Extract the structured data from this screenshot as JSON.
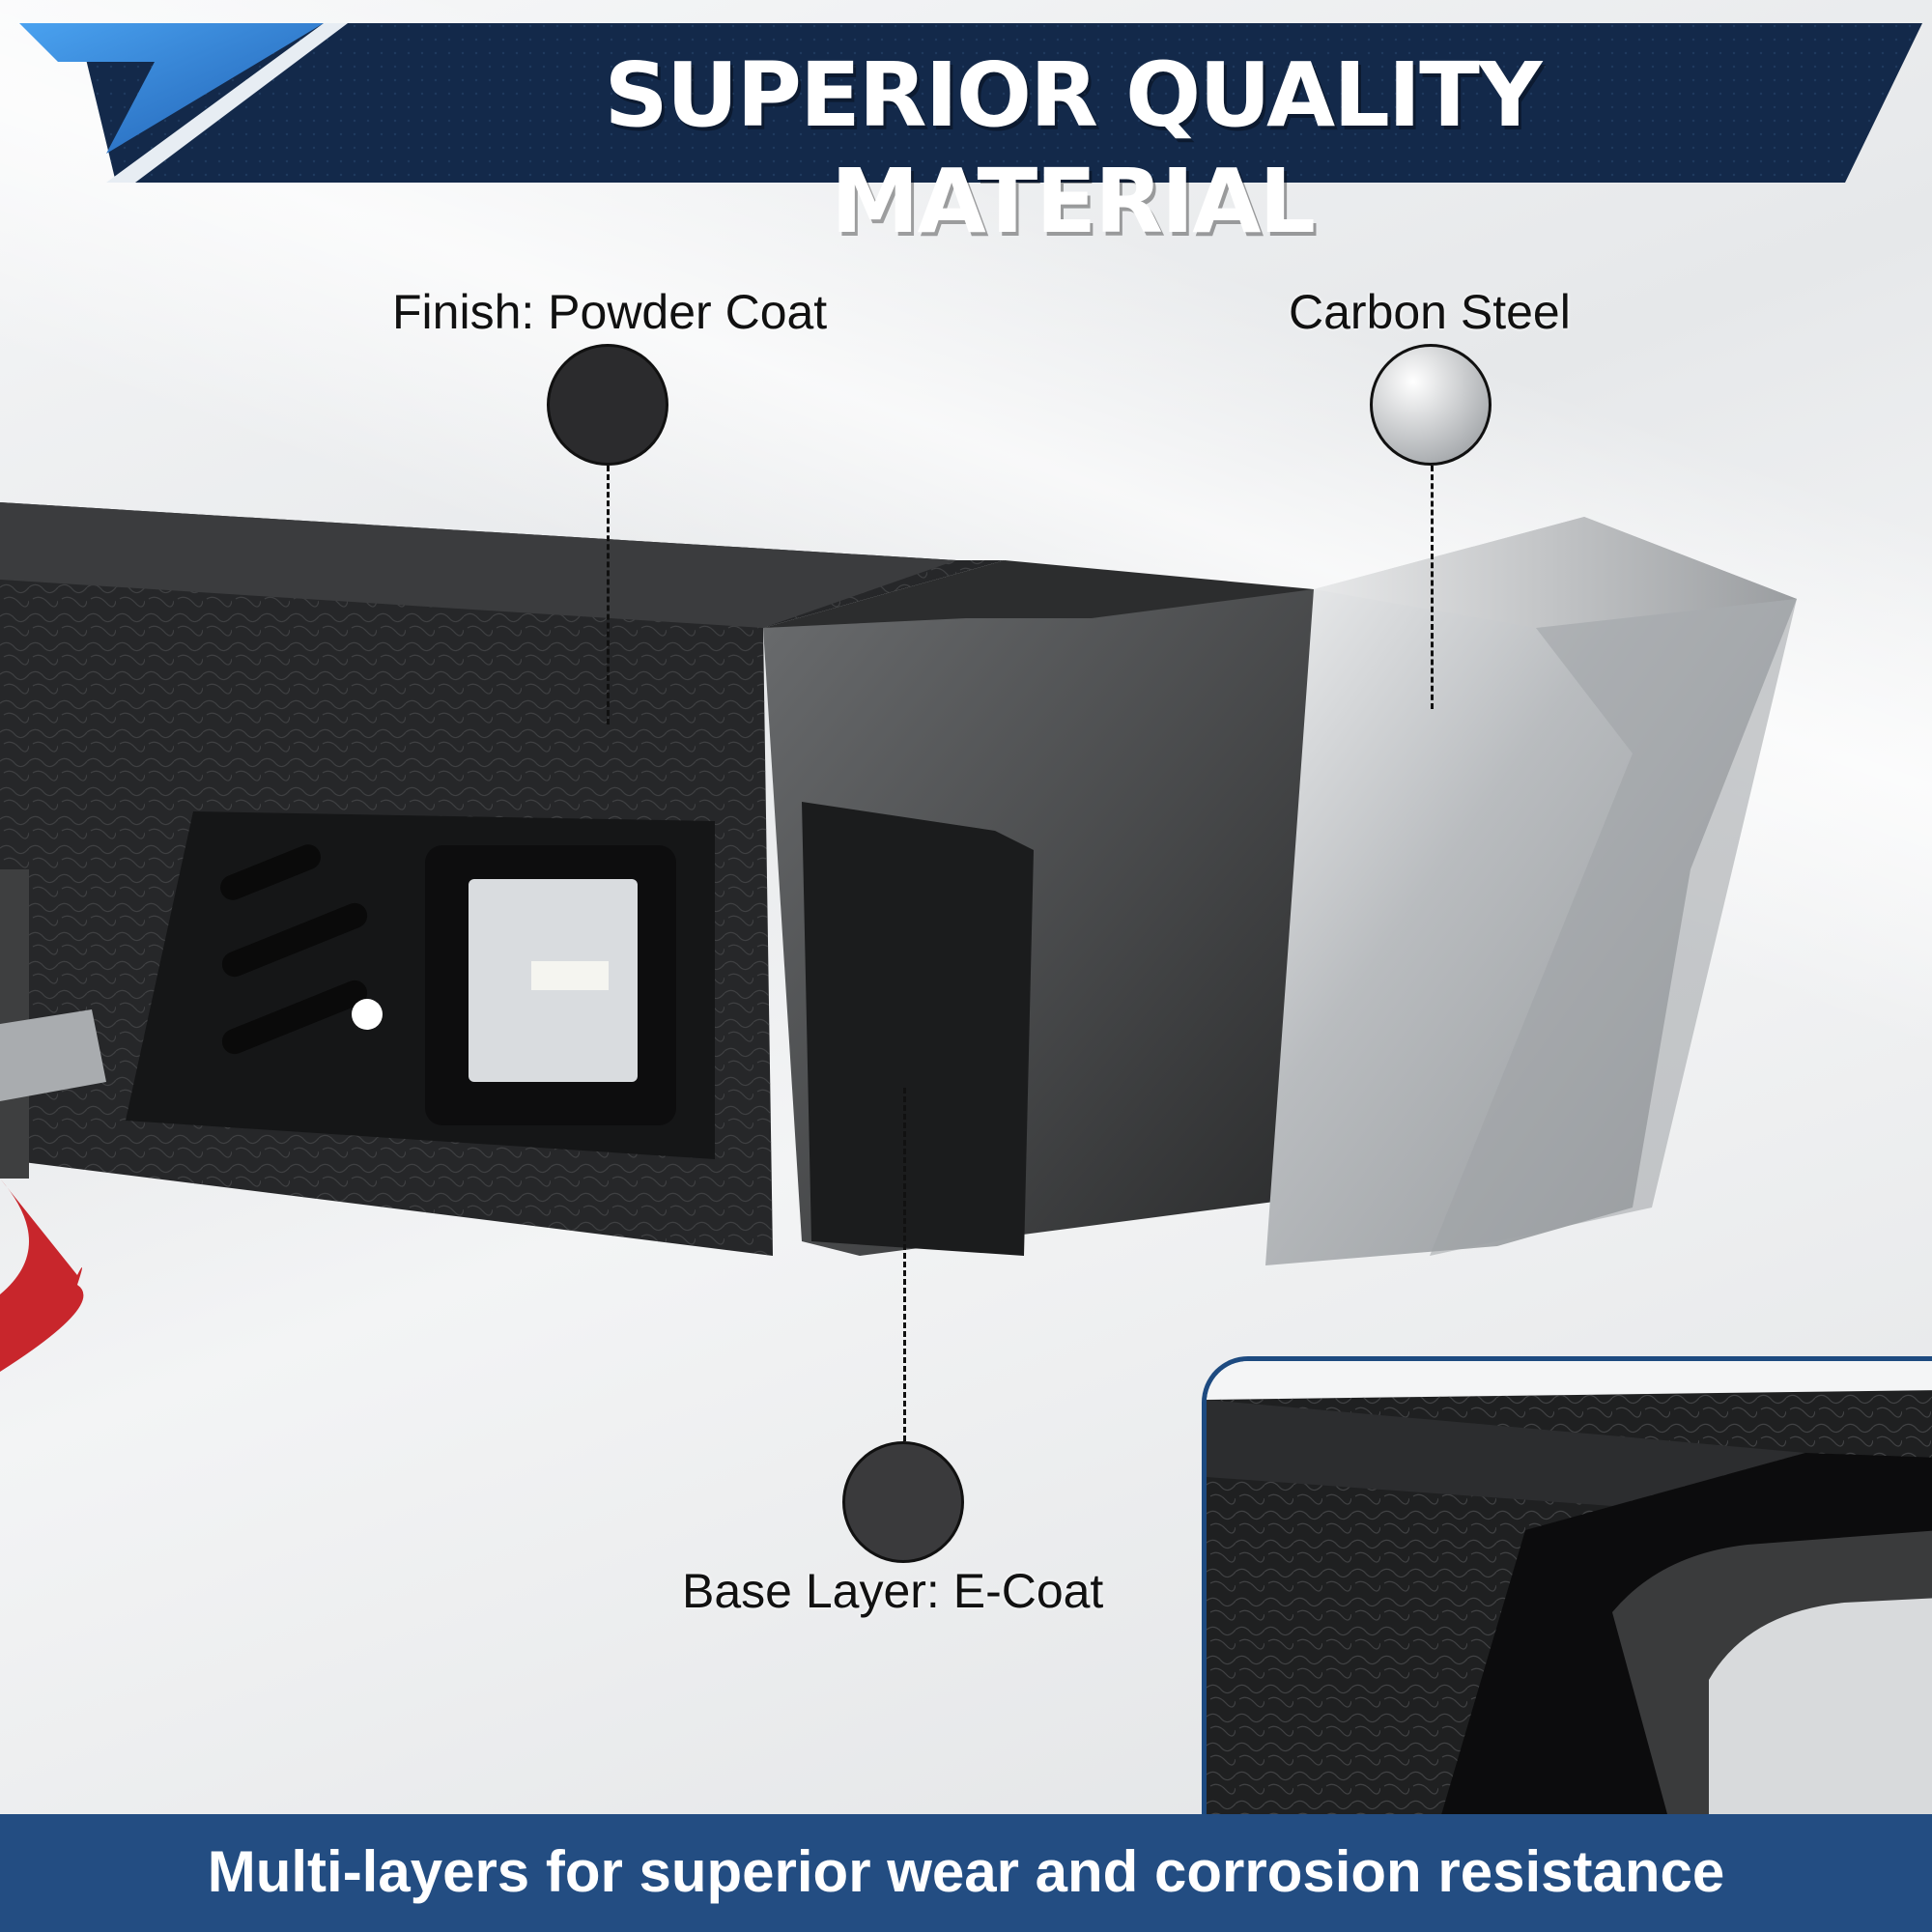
{
  "header": {
    "title": "SUPERIOR QUALITY MATERIAL"
  },
  "callouts": {
    "powder_coat": {
      "label": "Finish: Powder Coat",
      "swatch_color": "#2b2b2d"
    },
    "carbon_steel": {
      "label": "Carbon Steel",
      "swatch_color": "#c9ccce"
    },
    "e_coat": {
      "label": "Base Layer: E-Coat",
      "swatch_color": "#3a3a3c"
    }
  },
  "footer": {
    "tagline": "Multi-layers for superior wear and corrosion resistance"
  },
  "colors": {
    "banner_navy": "#13294a",
    "accent_blue": "#2f7fd6",
    "footer_blue": "#234d82"
  }
}
